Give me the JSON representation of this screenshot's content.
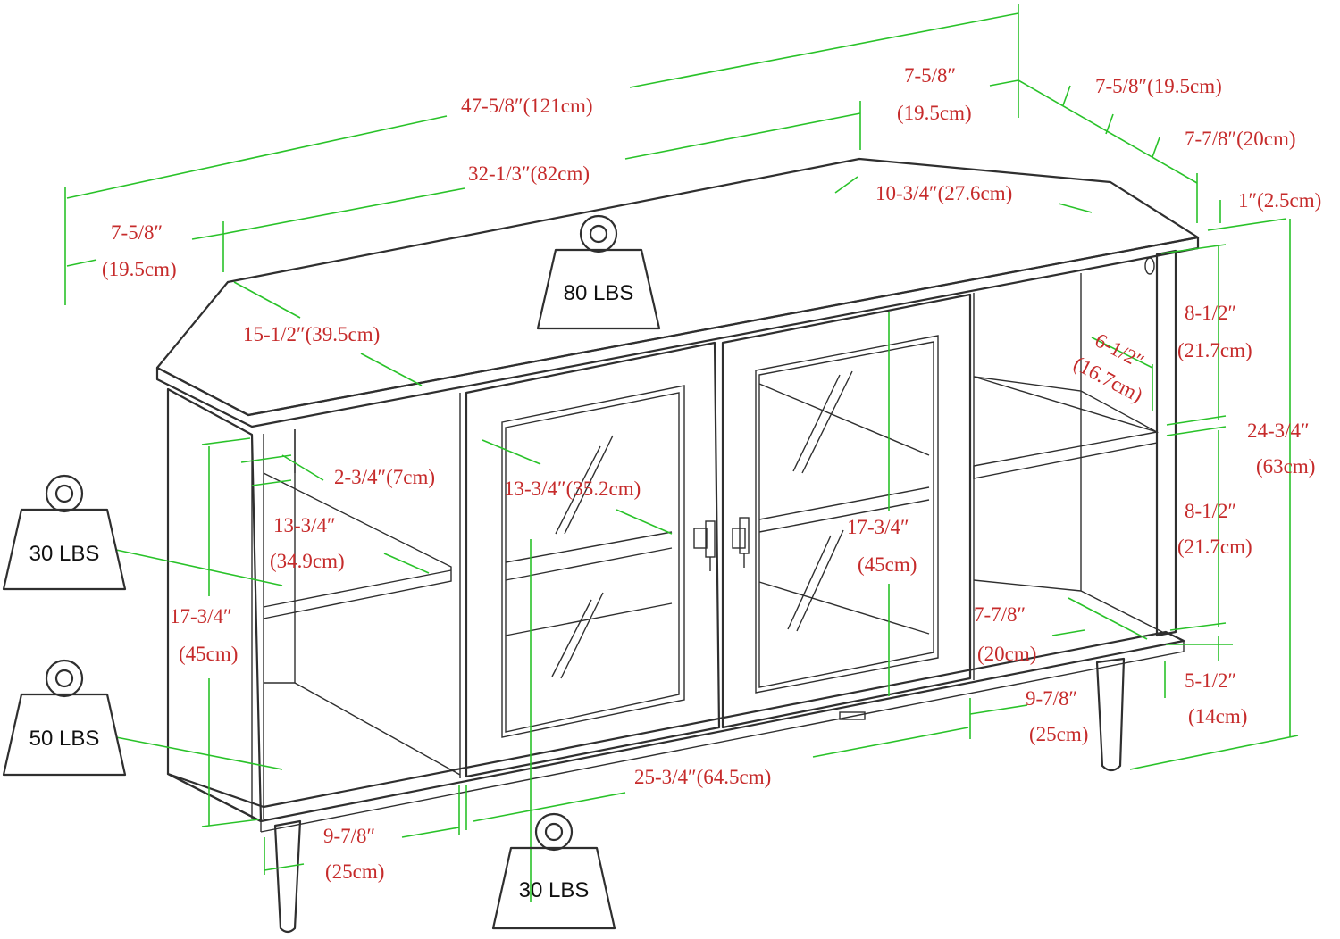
{
  "colors": {
    "dimension_text": "#c62b2b",
    "dimension_line": "#29c229",
    "outline": "#2f2f2f"
  },
  "dimensions": {
    "overall_width": "47-5/8″(121cm)",
    "top_right_corner_depth_in": "7-5/8″",
    "top_right_corner_depth_cm": "(19.5cm)",
    "right_side_width": "7-5/8″(19.5cm)",
    "right_side_depth": "7-7/8″(20cm)",
    "front_top_width": "32-1/3″(82cm)",
    "back_corner_width": "10-3/4″(27.6cm)",
    "left_corner_in": "7-5/8″",
    "left_corner_cm": "(19.5cm)",
    "top_thickness": "1″(2.5cm)",
    "left_diagonal": "15-1/2″(39.5cm)",
    "upper_shelf_right_h_in": "8-1/2″",
    "upper_shelf_right_h_cm": "(21.7cm)",
    "right_shelf_depth_in": "6-1/2″",
    "right_shelf_depth_cm": "(16.7cm)",
    "total_height_in": "24-3/4″",
    "total_height_cm": "(63cm)",
    "left_shelf_inset": "2-3/4″(7cm)",
    "door_inner_width": "13-3/4″(35.2cm)",
    "left_shelf_depth_in": "13-3/4″",
    "left_shelf_depth_cm": "(34.9cm)",
    "door_height_in": "17-3/4″",
    "door_height_cm": "(45cm)",
    "lower_shelf_right_h_in": "8-1/2″",
    "lower_shelf_right_h_cm": "(21.7cm)",
    "left_height_in": "17-3/4″",
    "left_height_cm": "(45cm)",
    "right_bottom_depth_in": "7-7/8″",
    "right_bottom_depth_cm": "(20cm)",
    "right_leg_inset_in": "9-7/8″",
    "right_leg_inset_cm": "(25cm)",
    "leg_height_in": "5-1/2″",
    "leg_height_cm": "(14cm)",
    "cabinet_width": "25-3/4″(64.5cm)",
    "left_leg_inset_in": "9-7/8″",
    "left_leg_inset_cm": "(25cm)"
  },
  "weights": {
    "top": "80 LBS",
    "left_shelf": "30 LBS",
    "bottom_left": "50 LBS",
    "cabinet": "30 LBS"
  }
}
